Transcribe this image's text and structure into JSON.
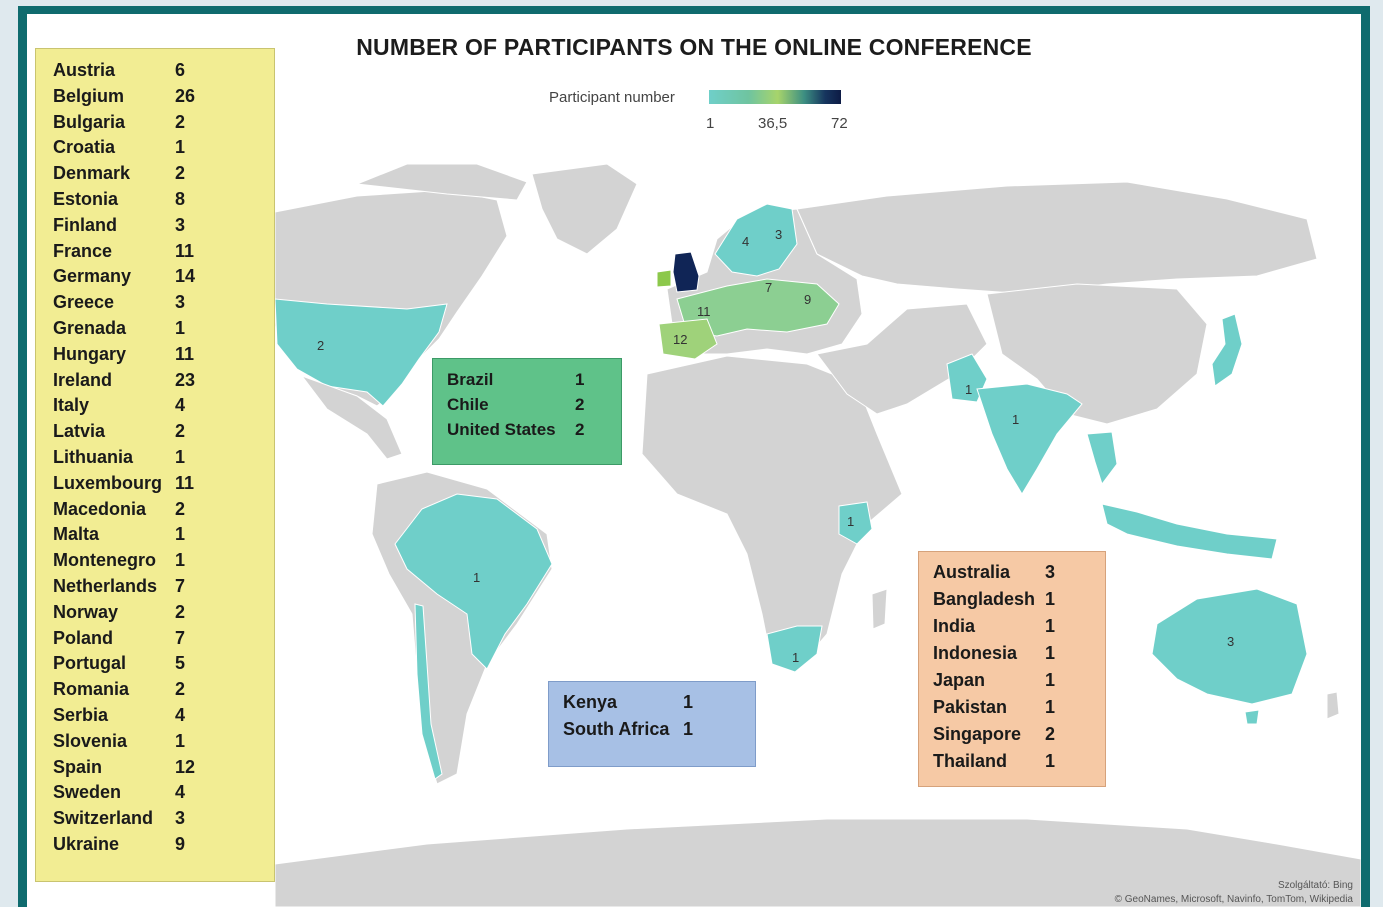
{
  "title": "NUMBER OF PARTICIPANTS ON THE ONLINE CONFERENCE",
  "legend": {
    "label": "Participant number",
    "min": "1",
    "mid": "36,5",
    "max": "72"
  },
  "colors": {
    "low": "#6fcfc9",
    "mid": "#a7d46b",
    "high": "#0d1b45",
    "land": "#d3d3d3",
    "frame": "#0f6b6e"
  },
  "europe_list": [
    {
      "country": "Austria",
      "value": "6"
    },
    {
      "country": "Belgium",
      "value": "26"
    },
    {
      "country": "Bulgaria",
      "value": "2"
    },
    {
      "country": "Croatia",
      "value": "1"
    },
    {
      "country": "Denmark",
      "value": "2"
    },
    {
      "country": "Estonia",
      "value": "8"
    },
    {
      "country": "Finland",
      "value": "3"
    },
    {
      "country": "France",
      "value": "11"
    },
    {
      "country": "Germany",
      "value": "14"
    },
    {
      "country": "Greece",
      "value": "3"
    },
    {
      "country": "Grenada",
      "value": "1"
    },
    {
      "country": "Hungary",
      "value": "11"
    },
    {
      "country": "Ireland",
      "value": "23"
    },
    {
      "country": "Italy",
      "value": "4"
    },
    {
      "country": "Latvia",
      "value": "2"
    },
    {
      "country": "Lithuania",
      "value": "1"
    },
    {
      "country": "Luxembourg",
      "value": "11"
    },
    {
      "country": "Macedonia",
      "value": "2"
    },
    {
      "country": "Malta",
      "value": "1"
    },
    {
      "country": "Montenegro",
      "value": "1"
    },
    {
      "country": "Netherlands",
      "value": "7"
    },
    {
      "country": "Norway",
      "value": "2"
    },
    {
      "country": "Poland",
      "value": "7"
    },
    {
      "country": "Portugal",
      "value": "5"
    },
    {
      "country": "Romania",
      "value": "2"
    },
    {
      "country": "Serbia",
      "value": "4"
    },
    {
      "country": "Slovenia",
      "value": "1"
    },
    {
      "country": "Spain",
      "value": "12"
    },
    {
      "country": "Sweden",
      "value": "4"
    },
    {
      "country": "Switzerland",
      "value": "3"
    },
    {
      "country": "Ukraine",
      "value": "9"
    }
  ],
  "americas_list": [
    {
      "country": "Brazil",
      "value": "1"
    },
    {
      "country": "Chile",
      "value": "2"
    },
    {
      "country": "United States",
      "value": "2"
    }
  ],
  "africa_list": [
    {
      "country": "Kenya",
      "value": "1"
    },
    {
      "country": "South Africa",
      "value": "1"
    }
  ],
  "asia_list": [
    {
      "country": "Australia",
      "value": "3"
    },
    {
      "country": "Bangladesh",
      "value": "1"
    },
    {
      "country": "India",
      "value": "1"
    },
    {
      "country": "Indonesia",
      "value": "1"
    },
    {
      "country": "Japan",
      "value": "1"
    },
    {
      "country": "Pakistan",
      "value": "1"
    },
    {
      "country": "Singapore",
      "value": "2"
    },
    {
      "country": "Thailand",
      "value": "1"
    }
  ],
  "map_labels": {
    "us": "2",
    "brazil": "1",
    "south_africa": "1",
    "kenya": "1",
    "pakistan": "1",
    "india": "1",
    "australia": "3",
    "norway": "4",
    "finland": "3",
    "germany": "7",
    "ukraine": "9",
    "france": "11",
    "spain": "12"
  },
  "credits": {
    "provider": "Szolgáltató: Bing",
    "copyright": "© GeoNames, Microsoft, Navinfo, TomTom, Wikipedia"
  }
}
